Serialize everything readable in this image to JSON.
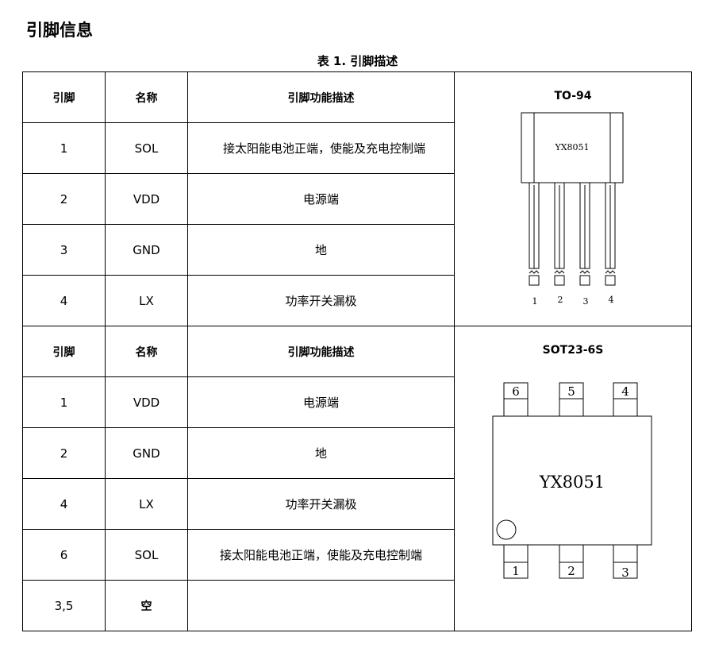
{
  "heading": "引脚信息",
  "caption": "表 1. 引脚描述",
  "table1": {
    "headers": [
      "引脚",
      "名称",
      "引脚功能描述"
    ],
    "rows": [
      {
        "pin": "1",
        "name": "SOL",
        "desc": "接太阳能电池正端，使能及充电控制端"
      },
      {
        "pin": "2",
        "name": "VDD",
        "desc": "电源端"
      },
      {
        "pin": "3",
        "name": "GND",
        "desc": "地"
      },
      {
        "pin": "4",
        "name": "LX",
        "desc": "功率开关漏极"
      }
    ],
    "package": {
      "title": "TO-94",
      "chip_label": "YX8051",
      "pin_numbers": [
        "1",
        "2",
        "3",
        "4"
      ]
    }
  },
  "table2": {
    "headers": [
      "引脚",
      "名称",
      "引脚功能描述"
    ],
    "rows": [
      {
        "pin": "1",
        "name": "VDD",
        "desc": "电源端"
      },
      {
        "pin": "2",
        "name": "GND",
        "desc": "地"
      },
      {
        "pin": "4",
        "name": "LX",
        "desc": "功率开关漏极"
      },
      {
        "pin": "6",
        "name": "SOL",
        "desc": "接太阳能电池正端，使能及充电控制端"
      },
      {
        "pin": "3,5",
        "name": "空",
        "desc": ""
      }
    ],
    "package": {
      "title": "SOT23-6S",
      "chip_label": "YX8051",
      "top_pins": [
        "6",
        "5",
        "4"
      ],
      "bottom_pins": [
        "1",
        "2",
        "3"
      ]
    }
  }
}
